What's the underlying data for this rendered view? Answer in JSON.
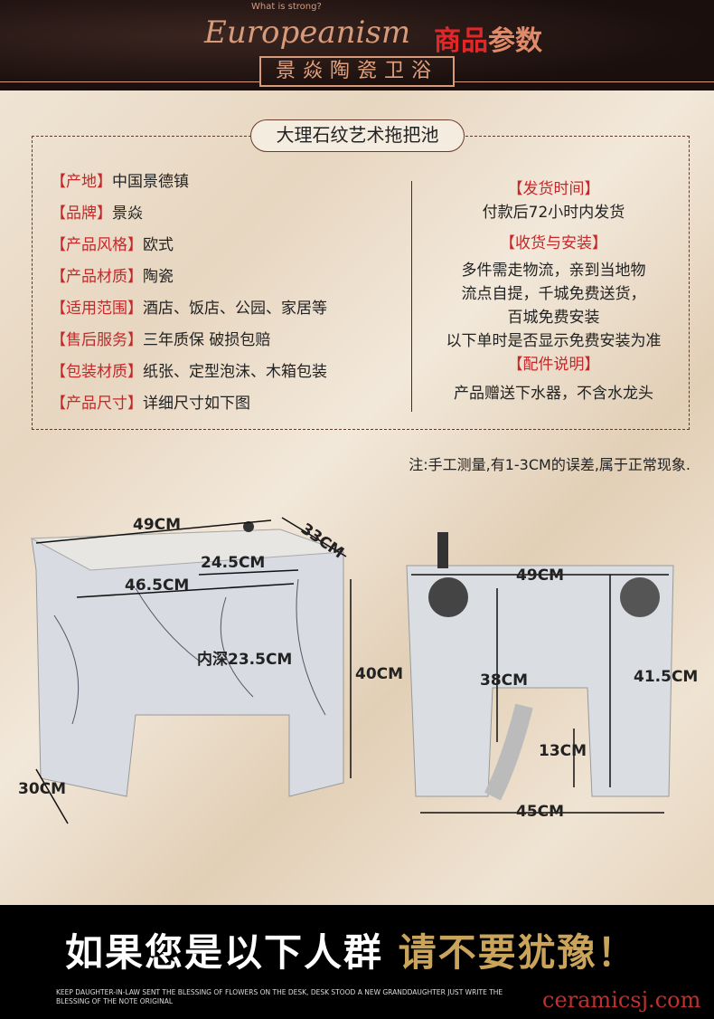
{
  "header": {
    "subtitle": "What is strong?",
    "script_title": "Europeanism",
    "title_red": "商品",
    "title_rest": "参数",
    "brand": "景焱陶瓷卫浴"
  },
  "product_name": "大理石纹艺术拖把池",
  "specs": [
    {
      "k": "【产地】",
      "v": "中国景德镇"
    },
    {
      "k": "【品牌】",
      "v": "景焱"
    },
    {
      "k": "【产品风格】",
      "v": "欧式"
    },
    {
      "k": "【产品材质】",
      "v": "陶瓷"
    },
    {
      "k": "【适用范围】",
      "v": "酒店、饭店、公园、家居等"
    },
    {
      "k": "【售后服务】",
      "v": "三年质保 破损包赔"
    },
    {
      "k": "【包装材质】",
      "v": "纸张、定型泡沫、木箱包装"
    },
    {
      "k": "【产品尺寸】",
      "v": "详细尺寸如下图"
    }
  ],
  "right": {
    "ship_k": "【发货时间】",
    "ship_v": "付款后72小时内发货",
    "install_k": "【收货与安装】",
    "install_lines": [
      "多件需走物流，亲到当地物",
      "流点自提，千城免费送货，",
      "百城免费安装",
      "以下单时是否显示免费安装为准"
    ],
    "parts_k": "【配件说明】",
    "parts_v": "产品赠送下水器，不含水龙头"
  },
  "note": "注:手工测量,有1-3CM的误差,属于正常现象.",
  "dims": {
    "w49": "49CM",
    "d33": "33CM",
    "w465": "46.5CM",
    "w245": "24.5CM",
    "depth": "内深23.5CM",
    "h40": "40CM",
    "f30": "30CM",
    "b49": "49CM",
    "h38": "38CM",
    "h415": "41.5CM",
    "h13": "13CM",
    "w45": "45CM"
  },
  "footer": {
    "slogan_white": "如果您是以下人群 ",
    "slogan_gold": "请不要犹豫！",
    "small": "KEEP DAUGHTER-IN-LAW SENT THE BLESSING OF FLOWERS ON THE DESK, DESK STOOD A NEW GRANDDAUGHTER JUST WRITE THE BLESSING OF THE NOTE ORIGINAL",
    "watermark": "ceramicsj.com"
  }
}
